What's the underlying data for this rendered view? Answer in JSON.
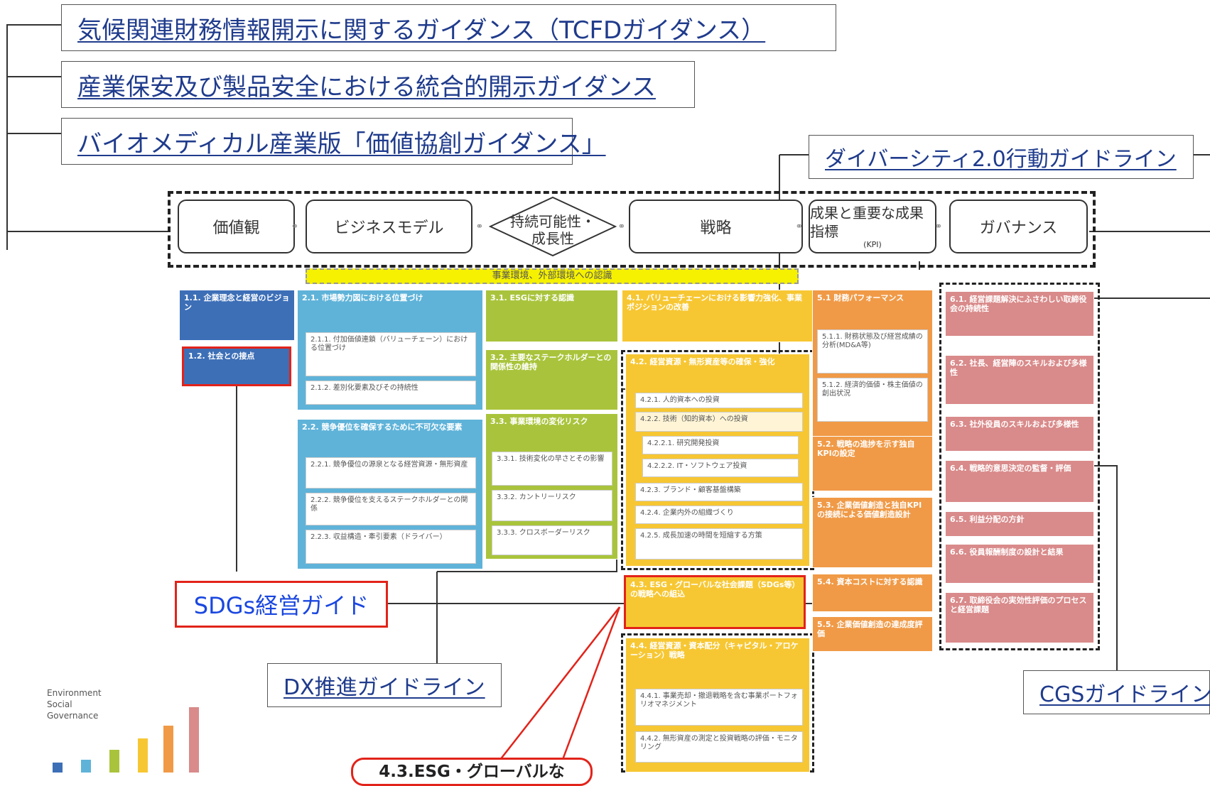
{
  "guides": {
    "tcfd": "気候関連財務情報開示に関するガイダンス（TCFDガイダンス）",
    "industrial_safety": "産業保安及び製品安全における統合的開示ガイダンス",
    "bio": "バイオメディカル産業版「価値協創ガイダンス」",
    "diversity": "ダイバーシティ2.0行動ガイドライン",
    "dx": "DX推進ガイドライン",
    "cgs": "CGSガイドライン",
    "sdgs": "SDGs経営ガイド"
  },
  "framework": {
    "values": "価値観",
    "business_model": "ビジネスモデル",
    "sustainability": "持続可能性・成長性",
    "strategy": "戦略",
    "results_kpi": "成果と重要な成果指標",
    "results_kpi_sub": "(KPI)",
    "governance": "ガバナンス",
    "environment_banner": "事業環境、外部環境への認識"
  },
  "col1": {
    "c1_1": "1.1. 企業理念と経営のビジョン",
    "c1_2": "1.2. 社会との接点"
  },
  "col2": {
    "c2_1": "2.1. 市場勢力図における位置づけ",
    "c2_1_1": "2.1.1. 付加価値連鎖（バリューチェーン）における位置づけ",
    "c2_1_2": "2.1.2. 差別化要素及びその持続性",
    "c2_2": "2.2. 競争優位を確保するために不可欠な要素",
    "c2_2_1": "2.2.1. 競争優位の源泉となる経営資源・無形資産",
    "c2_2_2": "2.2.2. 競争優位を支えるステークホルダーとの関係",
    "c2_2_3": "2.2.3. 収益構造・牽引要素（ドライバー）"
  },
  "col3": {
    "c3_1": "3.1. ESGに対する認識",
    "c3_2": "3.2. 主要なステークホルダーとの関係性の維持",
    "c3_3": "3.3. 事業環境の変化リスク",
    "c3_3_1": "3.3.1. 技術変化の早さとその影響",
    "c3_3_2": "3.3.2. カントリーリスク",
    "c3_3_3": "3.3.3. クロスボーダーリスク"
  },
  "col4": {
    "c4_1": "4.1. バリューチェーンにおける影響力強化、事業ポジションの改善",
    "c4_2": "4.2. 経営資源・無形資産等の確保・強化",
    "c4_2_1": "4.2.1. 人的資本への投資",
    "c4_2_2": "4.2.2. 技術（知的資本）への投資",
    "c4_2_2_1": "4.2.2.1. 研究開発投資",
    "c4_2_2_2": "4.2.2.2. IT・ソフトウェア投資",
    "c4_2_3": "4.2.3. ブランド・顧客基盤構築",
    "c4_2_4": "4.2.4. 企業内外の組織づくり",
    "c4_2_5": "4.2.5. 成長加速の時間を短縮する方策",
    "c4_3": "4.3. ESG・グローバルな社会課題（SDGs等）の戦略への組込",
    "c4_4": "4.4. 経営資源・資本配分（キャピタル・アロケーション）戦略",
    "c4_4_1": "4.4.1. 事業売却・撤退戦略を含む事業ポートフォリオマネジメント",
    "c4_4_2": "4.4.2. 無形資産の測定と投資戦略の評価・モニタリング"
  },
  "col5": {
    "c5_1": "5.1 財務パフォーマンス",
    "c5_1_1": "5.1.1. 財務状態及び経営成績の分析(MD&A等)",
    "c5_1_2": "5.1.2. 経済的価値・株主価値の創出状況",
    "c5_2": "5.2. 戦略の進捗を示す独自KPIの設定",
    "c5_3": "5.3. 企業価値創造と独自KPIの接続による価値創造設計",
    "c5_4": "5.4. 資本コストに対する認識",
    "c5_5": "5.5. 企業価値創造の達成度評価"
  },
  "col6": {
    "c6_1": "6.1. 経営課題解決にふさわしい取締役会の持続性",
    "c6_2": "6.2. 社長、経営陣のスキルおよび多様性",
    "c6_3": "6.3. 社外役員のスキルおよび多様性",
    "c6_4": "6.4. 戦略的意思決定の監督・評価",
    "c6_5": "6.5. 利益分配の方針",
    "c6_6": "6.6. 役員報酬制度の設計と結果",
    "c6_7": "6.7. 取締役会の実効性評価のプロセスと経営課題"
  },
  "callout": "4.3.ESG・グローバルな",
  "esg_legend": {
    "e": "Environment",
    "s": "Social",
    "g": "Governance"
  },
  "colors": {
    "accent_red": "#e2231a",
    "link_blue": "#1f3b8c",
    "sdgs_blue": "#1a47e0"
  }
}
